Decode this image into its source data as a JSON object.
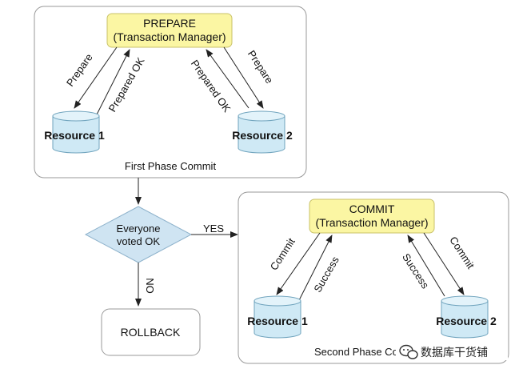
{
  "colors": {
    "manager_fill": "#fbf6a3",
    "manager_stroke": "#c9c26a",
    "resource_fill": "#cfe9f5",
    "resource_stroke": "#6fa3bd",
    "decision_fill": "#cfe4f2",
    "decision_stroke": "#8fb3cc",
    "panel_stroke": "#9a9a9a",
    "line": "#222222"
  },
  "first_phase": {
    "manager": {
      "line1": "PREPARE",
      "line2": "(Transaction Manager)"
    },
    "resource_left": "Resource 1",
    "resource_right": "Resource 2",
    "left_out": "Prepare",
    "left_back": "Prepared OK",
    "right_back": "Prepared OK",
    "right_out": "Prepare",
    "caption": "First Phase Commit"
  },
  "decision": {
    "line1": "Everyone",
    "line2": "voted OK",
    "yes": "YES",
    "no": "NO"
  },
  "rollback": "ROLLBACK",
  "second_phase": {
    "manager": {
      "line1": "COMMIT",
      "line2": "(Transaction Manager)"
    },
    "resource_left": "Resource 1",
    "resource_right": "Resource 2",
    "left_out": "Commit",
    "left_back": "Success",
    "right_back": "Success",
    "right_out": "Commit",
    "caption": "Second Phase Co"
  },
  "watermark": {
    "icon": "wechat-icon",
    "text": "数据库干货铺"
  }
}
